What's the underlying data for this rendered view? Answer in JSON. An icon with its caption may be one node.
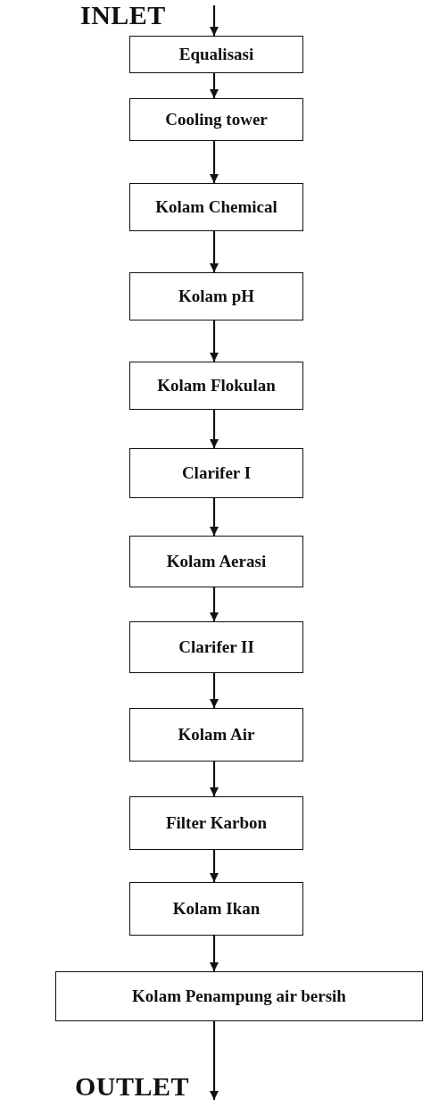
{
  "diagram": {
    "nodes": [
      {
        "text": [
          "Equalisasi"
        ]
      },
      {
        "text": [
          "Cooling tower"
        ]
      },
      {
        "text": [
          "Kolam Chemical"
        ]
      },
      {
        "text": [
          "Kolam pH"
        ]
      },
      {
        "text": [
          "Kolam Flokulan"
        ]
      },
      {
        "text": [
          "Clarifer I"
        ]
      },
      {
        "text": [
          "Kolam Aerasi"
        ]
      },
      {
        "text": [
          "Clarifer II"
        ]
      },
      {
        "text": [
          "Kolam Air"
        ]
      },
      {
        "text": [
          "Filter Karbon"
        ]
      },
      {
        "text": [
          "Kolam Ikan"
        ]
      },
      {
        "text": [
          "Kolam Penampung air bersih"
        ]
      }
    ],
    "edges": [
      {
        "from": null,
        "to": 0,
        "arrow": "to"
      },
      {
        "from": 0,
        "to": 1,
        "arrow": "to"
      },
      {
        "from": 1,
        "to": 2,
        "arrow": "to"
      },
      {
        "from": 2,
        "to": 3,
        "arrow": "to"
      },
      {
        "from": 3,
        "to": 4,
        "arrow": "to"
      },
      {
        "from": 4,
        "to": 5,
        "arrow": "to"
      },
      {
        "from": 5,
        "to": 6,
        "arrow": "to"
      },
      {
        "from": 6,
        "to": 7,
        "arrow": "to"
      },
      {
        "from": 7,
        "to": 8,
        "arrow": "to"
      },
      {
        "from": 8,
        "to": 9,
        "arrow": "to"
      },
      {
        "from": 9,
        "to": 10,
        "arrow": "to"
      },
      {
        "from": 10,
        "to": 11,
        "arrow": "to"
      },
      {
        "from": 11,
        "to": null,
        "arrow": "to"
      }
    ],
    "labels": [
      "INLET",
      "OUTLET"
    ]
  }
}
